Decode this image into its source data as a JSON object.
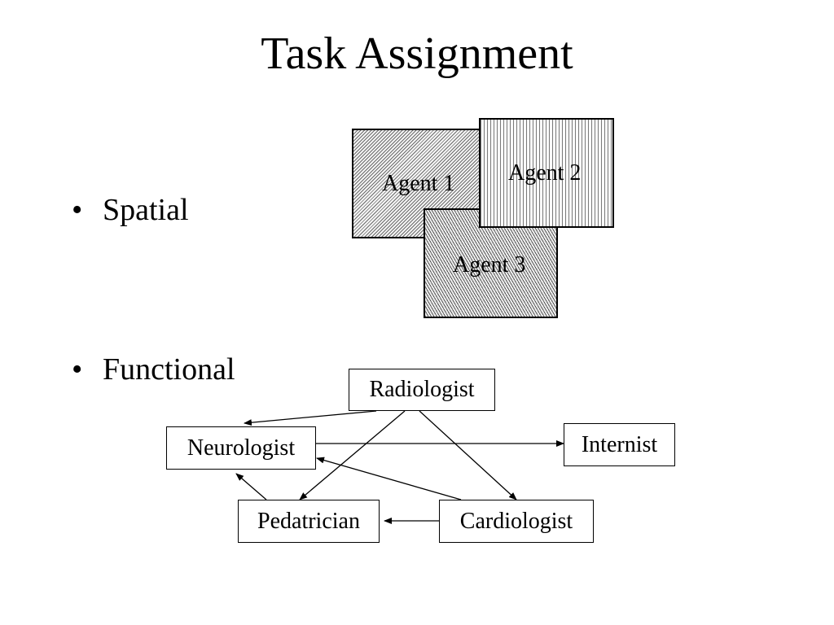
{
  "slide": {
    "title": "Task Assignment",
    "bullet_glyph": "•",
    "bullets": [
      "Spatial",
      "Functional"
    ]
  },
  "spatial_regions": [
    {
      "label": "Agent 1",
      "pattern": "diagonal-hatch"
    },
    {
      "label": "Agent 2",
      "pattern": "vertical-lines"
    },
    {
      "label": "Agent 3",
      "pattern": "dense-diagonal-hatch"
    }
  ],
  "functional_graph": {
    "nodes": {
      "radiologist": "Radiologist",
      "neurologist": "Neurologist",
      "internist": "Internist",
      "pedatrician": "Pedatrician",
      "cardiologist": "Cardiologist"
    },
    "edges": [
      {
        "from": "Radiologist",
        "to": "Neurologist"
      },
      {
        "from": "Radiologist",
        "to": "Pedatrician"
      },
      {
        "from": "Radiologist",
        "to": "Cardiologist"
      },
      {
        "from": "Neurologist",
        "to": "Internist"
      },
      {
        "from": "Cardiologist",
        "to": "Neurologist"
      },
      {
        "from": "Cardiologist",
        "to": "Pedatrician"
      },
      {
        "from": "Pedatrician",
        "to": "Neurologist"
      }
    ]
  }
}
